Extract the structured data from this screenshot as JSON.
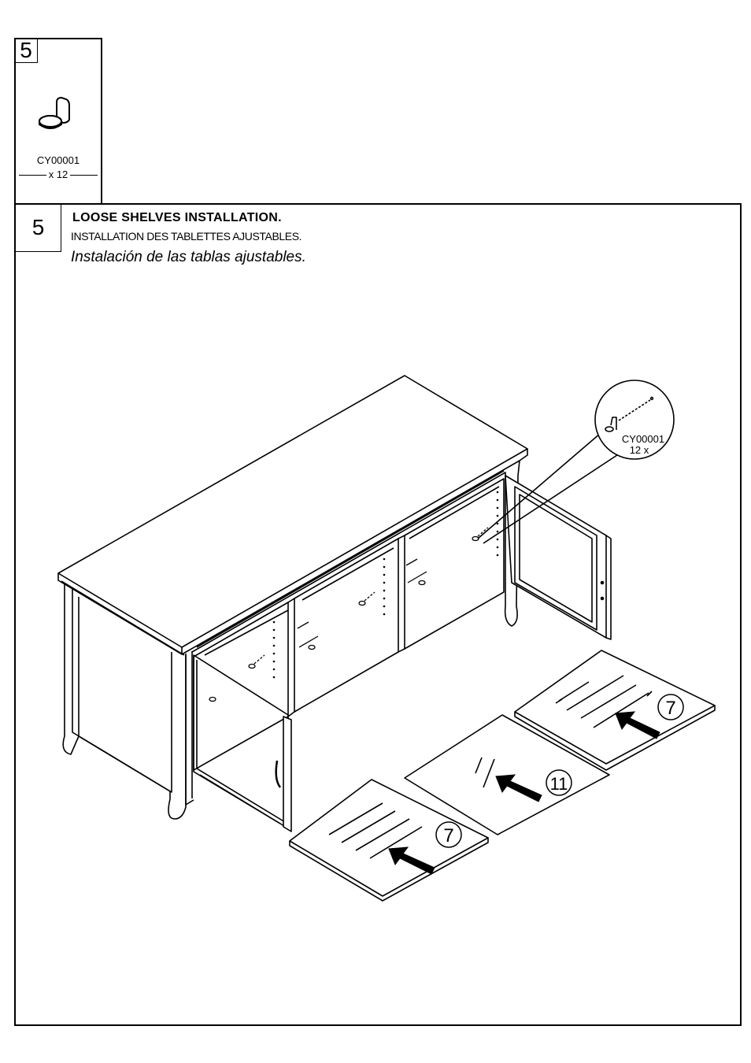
{
  "parts_panel": {
    "step_number": "5",
    "part_code": "CY00001",
    "quantity": "x 12"
  },
  "step": {
    "number": "5",
    "title_en": "LOOSE SHELVES INSTALLATION.",
    "title_fr": "INSTALLATION DES TABLETTES AJUSTABLES.",
    "title_es": "Instalación de las  tablas ajustables."
  },
  "callout": {
    "part_code": "CY00001",
    "quantity": "12 x"
  },
  "shelf_labels": {
    "left_shelf": "7",
    "glass_shelf": "11",
    "right_shelf": "7"
  }
}
